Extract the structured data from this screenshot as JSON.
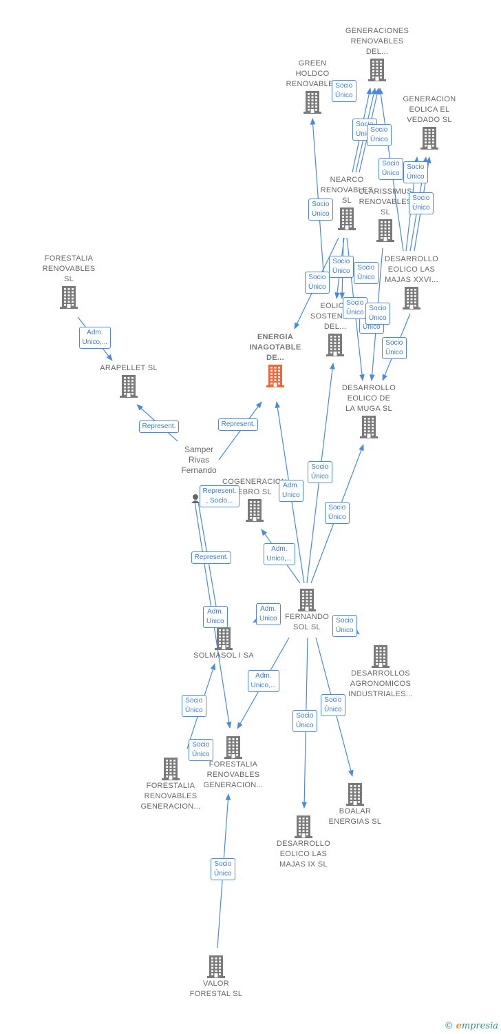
{
  "colors": {
    "node": "#7a7a7a",
    "main_node": "#f0663b",
    "edge": "#4a8ad6",
    "label": "#666666"
  },
  "nodes": [
    {
      "id": "generaciones",
      "lines": [
        "GENERACIONES",
        "RENOVABLES",
        "DEL..."
      ]
    },
    {
      "id": "green",
      "lines": [
        "GREEN",
        "HOLDCO",
        "RENOVABLES"
      ]
    },
    {
      "id": "vedado",
      "lines": [
        "GENERACION",
        "EOLICA EL",
        "VEDADO SL"
      ]
    },
    {
      "id": "nearco",
      "lines": [
        "NEARCO",
        "RENOVABLES",
        "SL"
      ]
    },
    {
      "id": "clarissimus",
      "lines": [
        "CLARISSIMUS",
        "RENOVABLES",
        "SL"
      ]
    },
    {
      "id": "forestalia_sl",
      "lines": [
        "FORESTALIA",
        "RENOVABLES",
        "SL"
      ]
    },
    {
      "id": "majas_xxvi",
      "lines": [
        "DESARROLLO",
        "EOLICO LAS",
        "MAJAS XXVI..."
      ]
    },
    {
      "id": "eolico_sost",
      "lines": [
        "EOLICO",
        "SOSTENIBLE",
        "DEL..."
      ]
    },
    {
      "id": "energia",
      "lines": [
        "ENERGIA",
        "INAGOTABLE",
        "DE..."
      ]
    },
    {
      "id": "arapellet",
      "lines": [
        "ARAPELLET  SL"
      ]
    },
    {
      "id": "muga",
      "lines": [
        "DESARROLLO",
        "EOLICO DE",
        "LA MUGA SL"
      ]
    },
    {
      "id": "cogeneracion",
      "lines": [
        "COGENERACION",
        "EBRO  SL"
      ]
    },
    {
      "id": "fernando",
      "lines": [
        "FERNANDO",
        "SOL SL"
      ]
    },
    {
      "id": "solmasol",
      "lines": [
        "SOLMASOL I SA"
      ]
    },
    {
      "id": "agronomicos",
      "lines": [
        "DESARROLLOS",
        "AGRONOMICOS",
        "INDUSTRIALES..."
      ]
    },
    {
      "id": "forestalia_gen2",
      "lines": [
        "FORESTALIA",
        "RENOVABLES",
        "GENERACION..."
      ]
    },
    {
      "id": "forestalia_gen1",
      "lines": [
        "FORESTALIA",
        "RENOVABLES",
        "GENERACION..."
      ]
    },
    {
      "id": "boalar",
      "lines": [
        "BOALAR",
        "ENERGIAS  SL"
      ]
    },
    {
      "id": "majas_ix",
      "lines": [
        "DESARROLLO",
        "EOLICO LAS",
        "MAJAS IX  SL"
      ]
    },
    {
      "id": "valor",
      "lines": [
        "VALOR",
        "FORESTAL SL"
      ]
    }
  ],
  "person": {
    "lines": [
      "Samper",
      "Rivas",
      "Fernando"
    ]
  },
  "relations": [
    {
      "id": "r1",
      "lines": [
        "Socio",
        "Único"
      ]
    },
    {
      "id": "r2",
      "lines": [
        "Socio",
        "Único"
      ]
    },
    {
      "id": "r3",
      "lines": [
        "Socio",
        "Único"
      ]
    },
    {
      "id": "r4",
      "lines": [
        "Socio",
        "Único"
      ]
    },
    {
      "id": "r5",
      "lines": [
        "Socio",
        "Único"
      ]
    },
    {
      "id": "r6",
      "lines": [
        "Socio",
        "Único"
      ]
    },
    {
      "id": "r7",
      "lines": [
        "Socio",
        "Único"
      ]
    },
    {
      "id": "r8",
      "lines": [
        "Socio",
        "Único"
      ]
    },
    {
      "id": "r9",
      "lines": [
        "Socio",
        "Único"
      ]
    },
    {
      "id": "r10",
      "lines": [
        "Socio",
        "Único"
      ]
    },
    {
      "id": "r11",
      "lines": [
        "Socio",
        "Único"
      ]
    },
    {
      "id": "r12",
      "lines": [
        "Socio",
        "Único"
      ]
    },
    {
      "id": "r13",
      "lines": [
        "Socio",
        "Único"
      ]
    },
    {
      "id": "r14",
      "lines": [
        "Socio",
        "Único"
      ]
    },
    {
      "id": "r15",
      "lines": [
        "Adm.",
        "Unico,..."
      ]
    },
    {
      "id": "r16",
      "lines": [
        "Represent."
      ]
    },
    {
      "id": "r17",
      "lines": [
        "Represent."
      ]
    },
    {
      "id": "r18",
      "lines": [
        "Socio",
        "Único"
      ]
    },
    {
      "id": "r19",
      "lines": [
        "Adm.",
        "Unico"
      ]
    },
    {
      "id": "r20",
      "lines": [
        "Represent.",
        ", Socio..."
      ]
    },
    {
      "id": "r21",
      "lines": [
        "Socio",
        "Único"
      ]
    },
    {
      "id": "r22",
      "lines": [
        "Adm.",
        "Unico,..."
      ]
    },
    {
      "id": "r23",
      "lines": [
        "Represent."
      ]
    },
    {
      "id": "r24",
      "lines": [
        "Adm.",
        "Unico"
      ]
    },
    {
      "id": "r25",
      "lines": [
        "Adm.",
        "Unico"
      ]
    },
    {
      "id": "r26",
      "lines": [
        "Socio",
        "Único"
      ]
    },
    {
      "id": "r27",
      "lines": [
        "Adm.",
        "Unico,..."
      ]
    },
    {
      "id": "r28",
      "lines": [
        "Socio",
        "Único"
      ]
    },
    {
      "id": "r29",
      "lines": [
        "Socio",
        "Único"
      ]
    },
    {
      "id": "r30",
      "lines": [
        "Socio",
        "Único"
      ]
    },
    {
      "id": "r31",
      "lines": [
        "Socio",
        "Único"
      ]
    },
    {
      "id": "r32",
      "lines": [
        "Socio",
        "Único"
      ]
    }
  ],
  "footer": {
    "copyright": "©",
    "brand_e": "e",
    "brand_rest": "mpresia"
  }
}
